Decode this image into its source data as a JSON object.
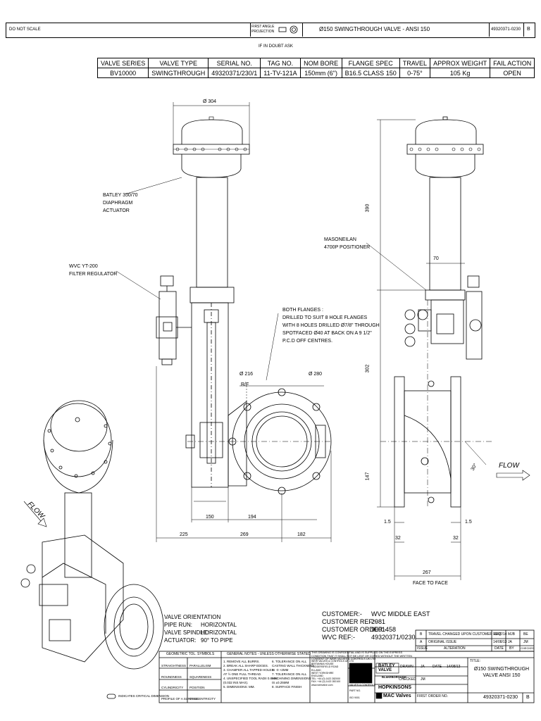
{
  "title_strip": {
    "do_not_scale": "DO NOT SCALE",
    "projection_label": "FIRST ANGLE PROJECTION",
    "drawing_title": "Ø150 SWINGTHROUGH VALVE - ANSI 150",
    "drawing_number": "49320371-0230",
    "revision": "B",
    "if_in_doubt": "IF IN DOUBT ASK"
  },
  "spec_table": {
    "headers": [
      "VALVE SERIES",
      "VALVE TYPE",
      "SERIAL NO.",
      "TAG NO.",
      "NOM BORE",
      "FLANGE SPEC",
      "TRAVEL",
      "APPROX WEIGHT",
      "FAIL ACTION"
    ],
    "values": [
      "BV10000",
      "SWINGTHROUGH",
      "49320371/230/1",
      "11-TV-121A",
      "150mm (6\")",
      "B16.5 CLASS 150",
      "0-75°",
      "105 Kg",
      "OPEN"
    ]
  },
  "annotations": {
    "actuator": [
      "BATLEY 350/70",
      "DIAPHRAGM",
      "ACTUATOR"
    ],
    "filter": [
      "WVC YT-200",
      "FILTER REGULATOR"
    ],
    "positioner": [
      "MASONEILAN",
      "4700P POSITIONER"
    ],
    "flanges": [
      "BOTH FLANGES :",
      "DRILLED TO SUIT 8 HOLE FLANGES",
      "WITH 8 HOLES DRILLED Ø7/8\" THROUGH",
      "SPOTFACED Ø40 AT BACK ON A 9 1/2\"",
      "P.C.D OFF CENTRES."
    ],
    "flow_left": "FLOW",
    "flow_right": "FLOW",
    "face_to_face": "FACE TO FACE"
  },
  "dimensions": {
    "d304": "Ø 304",
    "d216": "Ø 216",
    "rf": "R/F",
    "d280": "Ø 280",
    "d150": "150",
    "d194": "194",
    "d225": "225",
    "d269": "269",
    "d182": "182",
    "d390": "390",
    "d302": "302",
    "d147": "147",
    "d70": "70",
    "d1_5a": "1.5",
    "d1_5b": "1.5",
    "d32a": "32",
    "d32b": "32",
    "d267": "267",
    "angle": "30°"
  },
  "orientation": {
    "heading": "VALVE ORIENTATION",
    "rows": [
      {
        "label": "PIPE RUN:",
        "value": "HORIZONTAL"
      },
      {
        "label": "VALVE SPINDLE:",
        "value": "HORIZONTAL"
      },
      {
        "label": "ACTUATOR:",
        "value": "90° TO PIPE"
      }
    ]
  },
  "customer": {
    "labels": [
      "CUSTOMER:-",
      "CUSTOMER REF:-",
      "CUSTOMER ORDER:-",
      "WVC REF:-"
    ],
    "values": [
      "WVC MIDDLE EAST",
      "2981",
      "9001458",
      "49320371/0230"
    ]
  },
  "revisions": {
    "headers": [
      "ISSUE",
      "ALTERATION",
      "DATE",
      "BY",
      "CHECKED"
    ],
    "rows": [
      [
        "B",
        "TRAVEL CHANGED UPON CUSTOMER REQ.",
        "10/07/14",
        "MJB",
        "BE"
      ],
      [
        "A",
        "ORIGINAL ISSUE",
        "14/08/13",
        "JA",
        "JM"
      ]
    ]
  },
  "tolerance": {
    "header_left": "GEOMETRIC TOL. SYMBOLS",
    "header_right": "GENERAL NOTES - UNLESS OTHERWISE STATED",
    "symbols": [
      [
        "STRAIGHTNESS",
        "PARALLELISM"
      ],
      [
        "ROUNDNESS",
        "SQUARENESS"
      ],
      [
        "CYLINDRICITY",
        "POSITION"
      ],
      [
        "PROFILE OF A SURFACE",
        "CONCENTRICITY"
      ]
    ],
    "notes_a": [
      "1. REMOVE ALL BURRS.",
      "2. BREAK ALL SHARP EDGES.",
      "3. CHAMFER ALL TAPPED HOLES",
      "   AT ½ ONE FULL THREAD.",
      "4. UNSPECIFIED TOOL RADII 0.8MM",
      "   (0.032 INS MAX).",
      "5. DIMENSIONS: MM."
    ],
    "notes_b": [
      "6. TOLERANCE ON ALL",
      "CASTING WALL THICKNESS",
      "IS -0 +2MM",
      "7. TOLERANCE ON ALL",
      "MACHINING DIMENSIONS",
      "IS ±0.25MM",
      "8. SURFACE FINISH"
    ],
    "critical": "INDICATES CRITICAL DIMENSION"
  },
  "company": {
    "copyright": "THIS DRAWING IS CONFIDENTIAL AND IS SUPPLIED ON THE EXPRESS CONDITION THAT IT SHALL NOT BE LENT OR COPIED WITHOUT THE WRITTEN CONSENT OF WEIR VALVES & CONTROLS UK LTD",
    "address": [
      "WEIR VALVES & CONTROLS UK LTD",
      "BRITANNIA HOUSE",
      "HUDDERSFIELD ROAD",
      "ELLAND",
      "WEST YORKSHIRE",
      "ENGLAND",
      "TEL: +44 (0) 1422 282000",
      "FAX: +44 (0) 1422 282100",
      "www.weirvalve.com"
    ],
    "brands": [
      "BATLEY VALVE",
      "BLAKEBOROUGH",
      "HOPKINSONS",
      "MAC Valves"
    ],
    "small_tag": "VALVES & CONTROLS",
    "iso_label": "ISO 9001",
    "part_label": "PART NO."
  },
  "signoff": {
    "drawn_label": "DRAWN",
    "drawn_by": "JA",
    "date_label": "DATE",
    "date": "14/08/13",
    "checked_label": "CHECKED",
    "checked_by": "JM",
    "title_label": "TITLE:",
    "title": "Ø150 SWINGTHROUGH VALVE ANSI 150",
    "first_order": "FIRST ORDER NO.",
    "drawing_number": "49320371-0230",
    "revision": "B"
  },
  "colors": {
    "ink": "#000000",
    "paper": "#ffffff",
    "line": "#333333"
  }
}
